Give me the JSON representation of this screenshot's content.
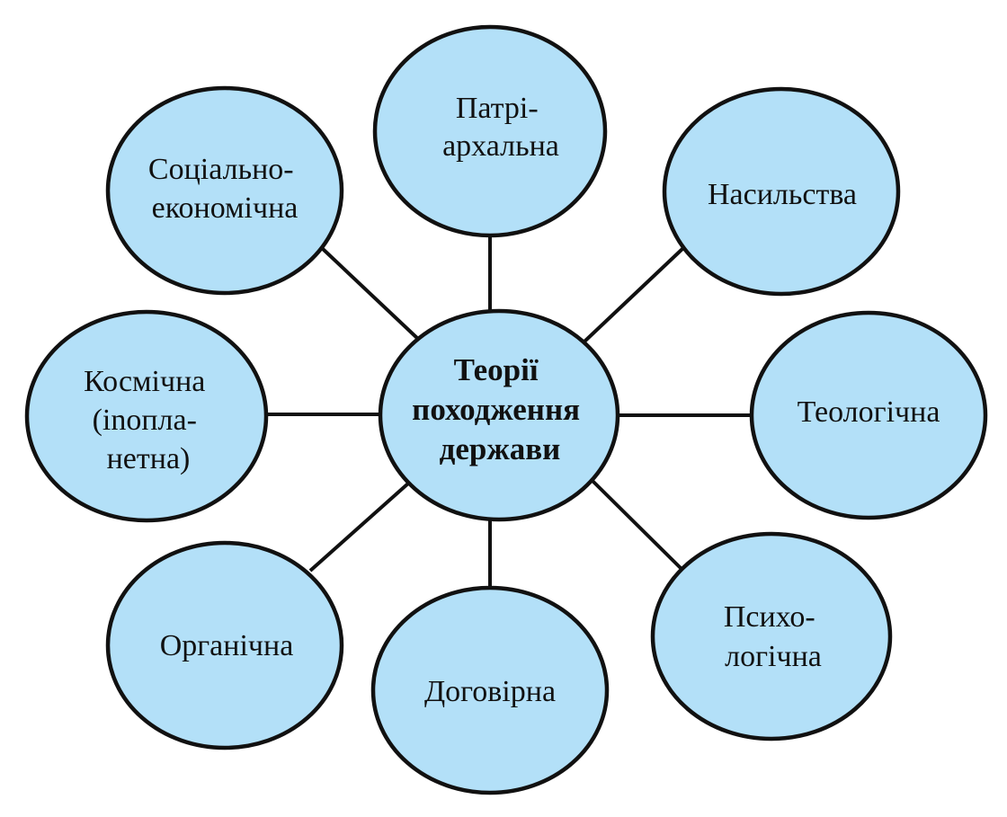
{
  "diagram": {
    "center": {
      "lines": [
        "Теорії",
        "походження",
        "держави"
      ]
    },
    "nodes": [
      {
        "id": "patriarchal",
        "lines": [
          "Патрі-",
          "архальна"
        ]
      },
      {
        "id": "violence",
        "lines": [
          "Насильства"
        ]
      },
      {
        "id": "theological",
        "lines": [
          "Теологічна"
        ]
      },
      {
        "id": "psychological",
        "lines": [
          "Психо-",
          "логічна"
        ]
      },
      {
        "id": "contractual",
        "lines": [
          "Договірна"
        ]
      },
      {
        "id": "organic",
        "lines": [
          "Органічна"
        ]
      },
      {
        "id": "cosmic",
        "lines": [
          "Космічна",
          "(іnопла-",
          "нетна)"
        ]
      },
      {
        "id": "socioeconomic",
        "lines": [
          "Соціально-",
          "економічна"
        ]
      }
    ]
  },
  "colors": {
    "node_fill": "#b3e0f8",
    "outline": "#111111"
  }
}
